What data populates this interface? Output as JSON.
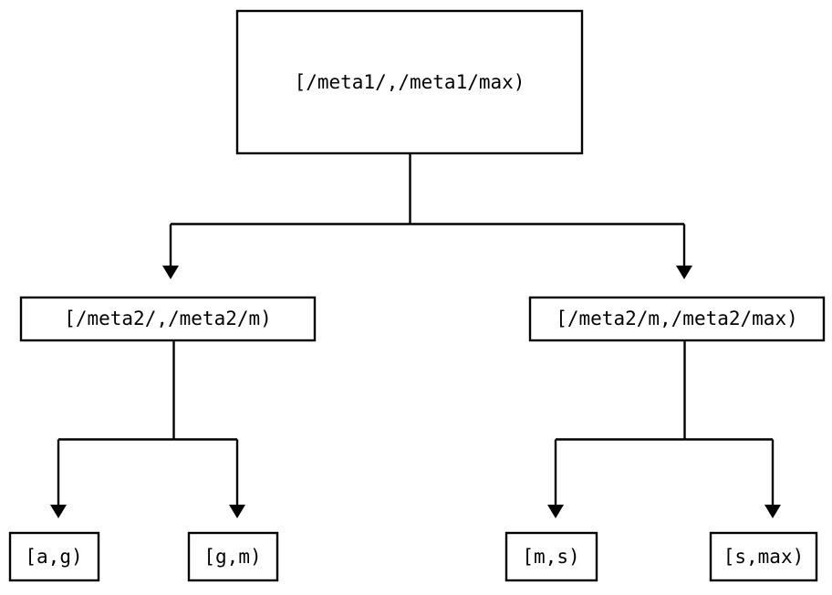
{
  "diagram": {
    "type": "tree",
    "title": "",
    "background_color": "#ffffff",
    "stroke_color": "#000000",
    "text_color": "#000000",
    "nodes": {
      "root": {
        "label": "[/meta1/,/meta1/max)",
        "level": 0
      },
      "level2_left": {
        "label": "[/meta2/,/meta2/m)",
        "level": 1
      },
      "level2_right": {
        "label": "[/meta2/m,/meta2/max)",
        "level": 1
      },
      "leaf1": {
        "label": "[a,g)",
        "level": 2
      },
      "leaf2": {
        "label": "[g,m)",
        "level": 2
      },
      "leaf3": {
        "label": "[m,s)",
        "level": 2
      },
      "leaf4": {
        "label": "[s,max)",
        "level": 2
      }
    },
    "edges": [
      {
        "from": "root",
        "to": "level2_left",
        "arrow": true
      },
      {
        "from": "root",
        "to": "level2_right",
        "arrow": true
      },
      {
        "from": "level2_left",
        "to": "leaf1",
        "arrow": true
      },
      {
        "from": "level2_left",
        "to": "leaf2",
        "arrow": true
      },
      {
        "from": "level2_right",
        "to": "leaf3",
        "arrow": true
      },
      {
        "from": "level2_right",
        "to": "leaf4",
        "arrow": true
      }
    ]
  }
}
